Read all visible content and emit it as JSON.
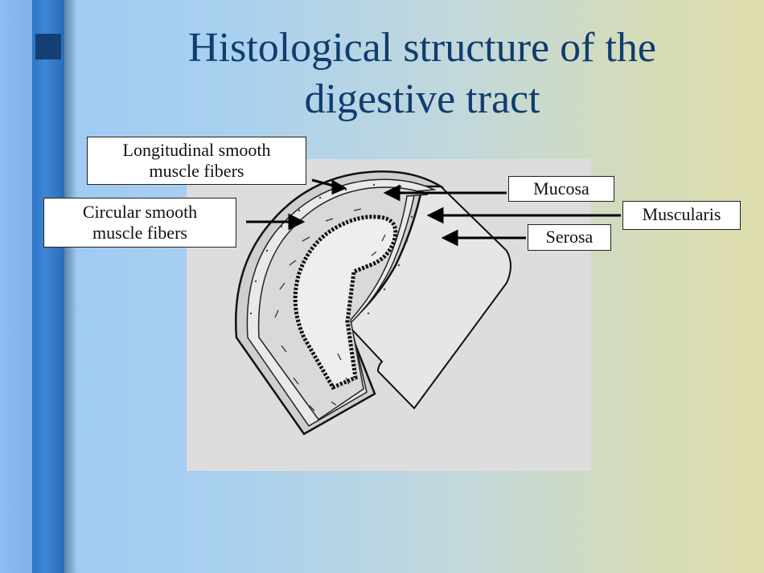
{
  "slide": {
    "title_line1": "Histological structure of the",
    "title_line2": "digestive tract"
  },
  "labels": {
    "longitudinal_line1": "Longitudinal smooth",
    "longitudinal_line2": "muscle fibers",
    "circular_line1": "Circular smooth",
    "circular_line2": "muscle fibers",
    "mucosa": "Mucosa",
    "muscularis": "Muscularis",
    "serosa": "Serosa"
  },
  "colors": {
    "title": "#0f3d6e",
    "accent_bar": "#2b73c4",
    "bullet": "#143f74",
    "figure_bg": "#dddddd"
  }
}
